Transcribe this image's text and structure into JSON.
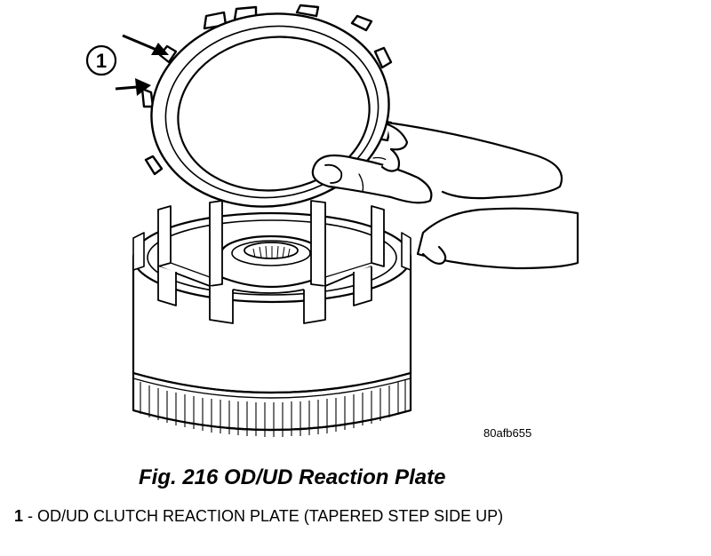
{
  "figure": {
    "callout_number": "1",
    "image_code": "80afb655",
    "caption": "Fig. 216 OD/UD Reaction Plate"
  },
  "legend": [
    {
      "number": "1",
      "text": " - OD/UD CLUTCH REACTION PLATE (TAPERED STEP SIDE UP)"
    }
  ]
}
